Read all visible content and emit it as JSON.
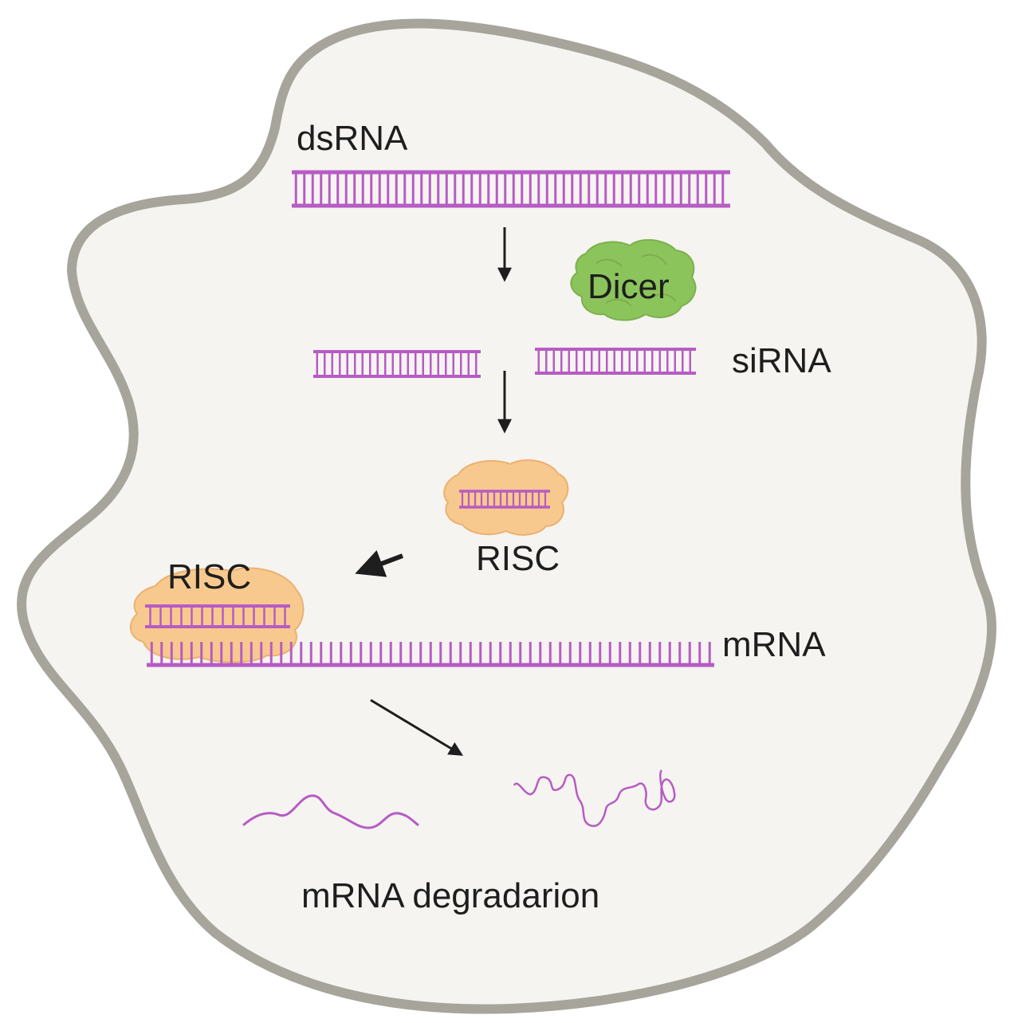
{
  "labels": {
    "dsrna": "dsRNA",
    "dicer": "Dicer",
    "sirna": "siRNA",
    "risc_complex": "RISC",
    "risc_bound": "RISC",
    "mrna": "mRNA",
    "degradation": "mRNA degradarion"
  },
  "colors": {
    "cell_fill": "#f5f4f0",
    "cell_border": "#a6a49b",
    "rna": "#b65cc4",
    "dicer": "#8cc45c",
    "risc": "#f8c98e",
    "arrow": "#1e1e1e"
  }
}
